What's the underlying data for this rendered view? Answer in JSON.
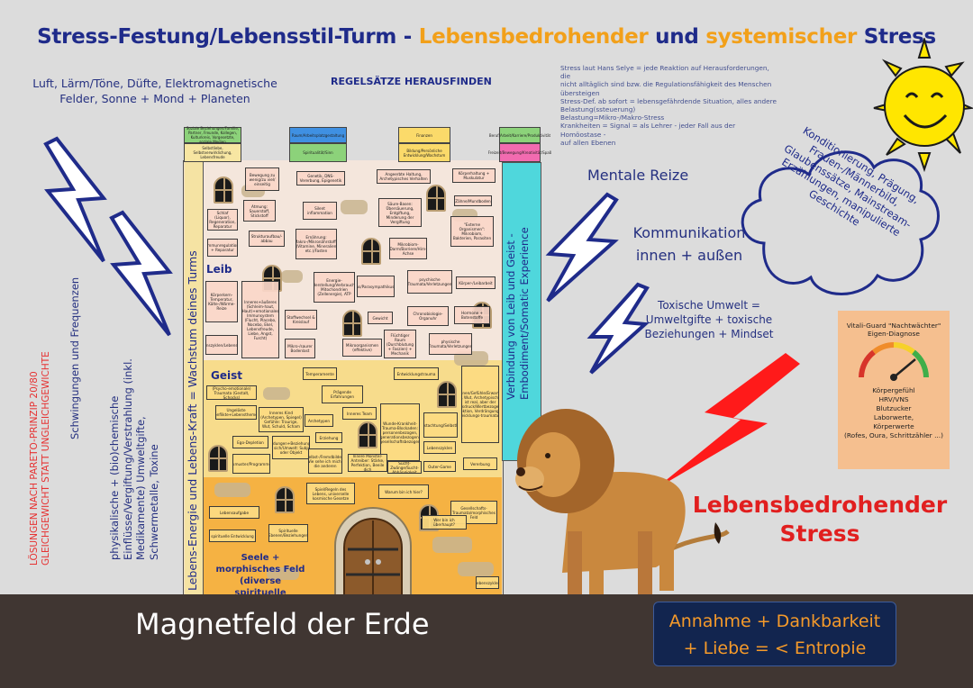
{
  "title": {
    "part1": "Stress-Festung/Lebensstil-Turm - ",
    "part2": "Lebensbedrohender",
    "part3": " und ",
    "part4": "systemischer",
    "part5": " Stress"
  },
  "top_left_text": "Luft, Lärm/Töne, Düfte, Elektromagnetische Felder, Sonne + Mond + Planeten",
  "regelsaetze": "REGELSÄTZE HERAUSFINDEN",
  "stress_def": [
    "Stress laut Hans Selye = jede Reaktion auf Herausforderungen, die",
    "nicht alltäglich sind bzw. die Regulationsfähigkeit des Menschen",
    "übersteigen",
    "Stress-Def. ab sofort = lebensgefährdende Situation, alles andere",
    "Belastung(ssteuerung)",
    "Belastung=Mikro-/Makro-Stress",
    "Krankheiten = Signal = als Lehrer - jeder Fall aus der Homöostase -",
    "auf allen Ebenen"
  ],
  "mentale_reize": "Mentale Reize",
  "kommunikation": "Kommunikation innen + außen",
  "cloud_text": "Konditionierung, Prägung, Frauen-/Männerbild, Glaubenssätze, Mainstream-Erzählungen, manipulierte Geschichte",
  "toxische_umwelt": "Toxische Umwelt = Umweltgifte + toxische Beziehungen + Mindset",
  "vitali": {
    "title": "Vitali-Guard \"Nachtwächter\" Eigen-Diagnose",
    "lines": [
      "Körpergefühl",
      "HRV/VNS",
      "Blutzucker",
      "Laborwerte,",
      "Körperwerte",
      "(Rofes, Oura, Schrittzähler ...)"
    ]
  },
  "lebensbedrohender": "Lebensbedrohender Stress",
  "magnetfeld": "Magnetfeld der Erde",
  "annahme": "Annahme + Dankbarkeit + Liebe = < Entropie",
  "left_red_vertical": [
    "LÖSUNGEN NACH PARETO-PRINZIP 20/80",
    "GLEICHGEWICHT STATT UNGLEICHGEWICHTE"
  ],
  "schwingungen": "Schwingungen und Frequenzen",
  "physikalische": [
    "physikalische + (bio)chemische",
    "Einflüsse/Vergiftung/Verstrahlung (inkl.",
    "Medikamente) Umweltgifte,",
    "Schwermetalle, Toxine"
  ],
  "tower_left_vertical": "Lebens-Energie und Lebens-Kraft = Wachstum deines Turms",
  "tower_right_vertical": [
    "Verbindung von Leib und Geist -",
    "Embodiment/Somatic Experience"
  ],
  "crenellations": [
    "Soziale Beziehungen/Familie, Partner, Freunde, Kollegen, Kulturkreis, Vorgesetzte, soziale Medien",
    "Selbstliebe, Selbstverwirklichung, Lebensfreude",
    "Raum/Arbeitsplatzgestaltung",
    "Spiritualität/Sinn",
    "Finanzen",
    "Bildung/Persönliche Entwicklung/Wachstum",
    "Beruf/Arbeit/Karriere/Produktivität",
    "Freizeit/Bewegung/Kreativität/Spaß"
  ],
  "section_leib": "Leib",
  "section_geist": "Geist",
  "section_seele": "Seele + morphisches Feld (diverse spirituelle Konzepte)",
  "leib_boxes": [
    "Bewegung zu wenig/zu viel/ einseitig",
    "Genetik, DNS-Vererbung, Epigenetik",
    "Angeerbte Haltung, Archetypisches Verhalten",
    "Körperhaltung + Muskulatur",
    "Zähne/Mundboden",
    "Atmung: Sauerstoff, Stickstoff",
    "Silent inflammation",
    "Säure-Basen: Übersäuerung, Entgiftung, Minderung der Vergiftung",
    "Schlaf (Liquor), Regeneration, Reparatur",
    "\"Externe Organismen\": Mikrobiom, Bakterien, Parasiten",
    "Strukturaufbau/-abbau",
    "Ernährung: Makro-/Mikronährstoffe (Vitamine, Mineralien etc.)/Fasten",
    "Mikrobiom-Darm/Barriere/Hirn-Achse",
    "Immunregulation + Reparatur",
    "Energie-Herstellung/Verbrauch, Mitochondrien (Zellenergie), ATP",
    "Sympathikus/Parasympathikus/Vagusnerv",
    "psychische Traumata/Verletzungen",
    "Körper-/Leibarbeit",
    "Körperkern-Temperatur, Kälte-/Wärme-Reize",
    "Inneres+äußeres (Schleim-haut, Haut)+emotionales Immunsystem (Flucht, Placebo, Nocebo, Ekel, Lebensfreude, Liebe, Angst, Furcht)",
    "Stoffwechsel & Kreislauf",
    "Gewicht",
    "Chronobiologie-Organuhr",
    "Hormone + Botenstoffe",
    "Lebenszyklen/Lebensalter",
    "Mikro-/saurer Bodenlast",
    "Mikroorganismen (effektive)",
    "Flüchtiger Raum (Durchblutung + Faszien) + Mechanik",
    "physische Traumata/Verletzungen"
  ],
  "geist_boxes": [
    "Temperamente",
    "Prägende Erfahrungen",
    "Entwicklungstrauma",
    "(Psycho-emotionale) Traumata (Gestalt, Schocks)",
    "Ungelöste Konflikte+Lebensthemen",
    "Inneres Kind (Archetypen, Spiegel) Gefühle: Traurige, Wut, Schuld, Scham",
    "Archetypen",
    "Inneres Team",
    "Wunde-Krankheit-Trauma-Blockaden: personenbezogen, generationsbezogen, gesellschaftsbezogen",
    "Emotionen/Gefühle/Erwartungen (Ärger, Wut, Archetypisch: Nicht ist real, aber der Ausdruck/Wertbezogene Projektion, Verdrängung von Entwicklungs-traumata, ...)",
    "Selbstachtung/Selbstliebe",
    "Ego-Depletion",
    "Bindungen+Beziehungen zu sich/Umwelt: Subjekt oder Objekt",
    "Erziehung",
    "Lebenszyklen",
    "Glaubenssätze/Denkmuster/Programme/Konditionierungen",
    "Selbst-/Fremdbilder: Wie sehe ich mich / die anderen",
    "Innere Monster-Antreiber: Stärke, Perfektion, Beeile dich",
    "Sucht-Zwänge/Sucht-Abhängigkeit",
    "Outer-Game",
    "Vererbung"
  ],
  "seele_boxes": [
    "Spiel/Regeln des Lebens, universelle kosmische Gesetze",
    "Warum bin ich hier?",
    "Lebensaufgabe",
    "Gesellschafts-Traumata/morphisches Feld",
    "Wer bin ich überhaupt?",
    "spirituelle Entwicklung",
    "Spirituelle Ebenen/Beziehungen",
    "Lebenszyklen"
  ],
  "colors": {
    "title_blue": "#1f2b8a",
    "orange": "#f2a01a",
    "red": "#e11f1f",
    "tower_yellow": "#f5e3a3",
    "cyan": "#4fd7dc",
    "ground": "#403632"
  }
}
